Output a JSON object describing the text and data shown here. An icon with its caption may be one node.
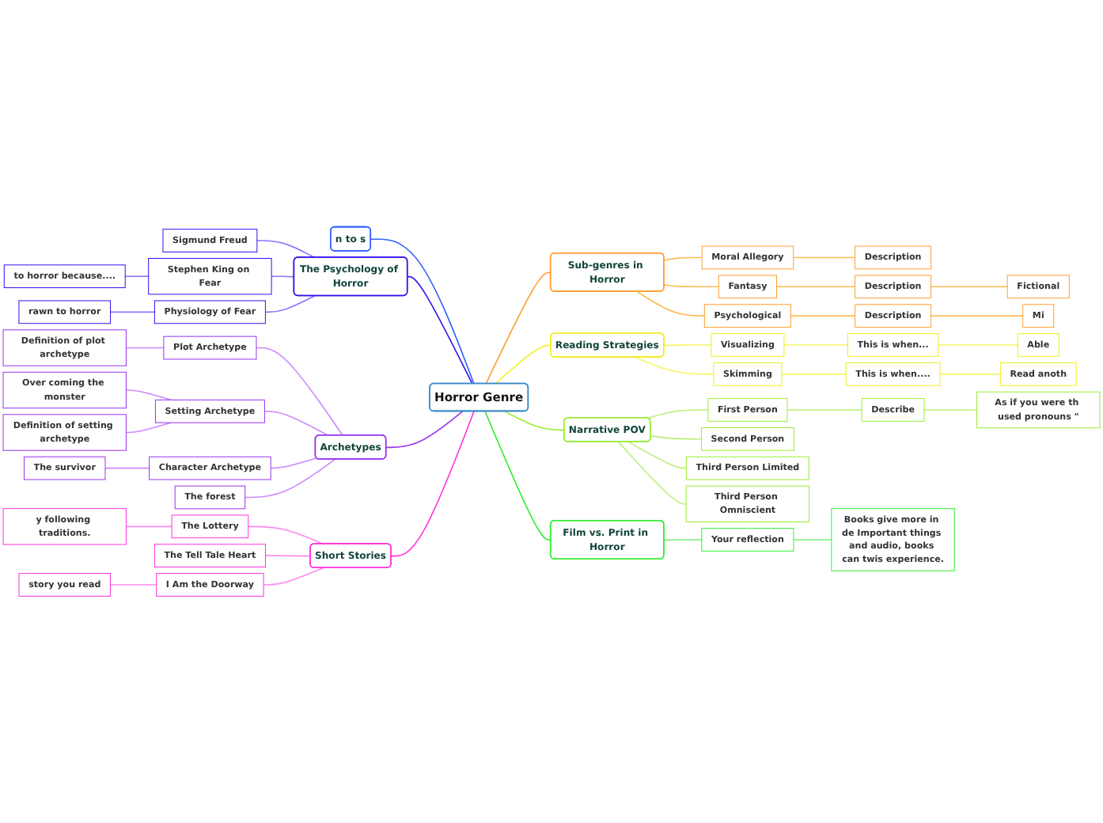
{
  "diagram": {
    "nodes": [
      {
        "text": [
          "Horror Genre"
        ]
      },
      {
        "text": [
          "Sub-genres in Horror"
        ]
      },
      {
        "text": [
          "Moral Allegory"
        ]
      },
      {
        "text": [
          "Description"
        ]
      },
      {
        "text": [
          "Fantasy"
        ]
      },
      {
        "text": [
          "Description"
        ]
      },
      {
        "text": [
          "Fictional"
        ]
      },
      {
        "text": [
          "Psychological"
        ]
      },
      {
        "text": [
          "Description"
        ]
      },
      {
        "text": [
          "Mi"
        ]
      },
      {
        "text": [
          "Reading Strategies"
        ]
      },
      {
        "text": [
          "Visualizing"
        ]
      },
      {
        "text": [
          "This is when..."
        ]
      },
      {
        "text": [
          "Able"
        ]
      },
      {
        "text": [
          "Skimming"
        ]
      },
      {
        "text": [
          "This is when...."
        ]
      },
      {
        "text": [
          "Read anoth"
        ]
      },
      {
        "text": [
          "Narrative POV"
        ]
      },
      {
        "text": [
          "First Person"
        ]
      },
      {
        "text": [
          "Describe"
        ]
      },
      {
        "text": [
          "As if you were th used pronouns \""
        ]
      },
      {
        "text": [
          "Second Person"
        ]
      },
      {
        "text": [
          "Third Person Limited"
        ]
      },
      {
        "text": [
          "Third Person Omniscient"
        ]
      },
      {
        "text": [
          "Film vs. Print in Horror"
        ]
      },
      {
        "text": [
          "Your reflection"
        ]
      },
      {
        "text": [
          "Books give more in de Important things and audio, books can twis experience."
        ]
      },
      {
        "text": [
          "n to s"
        ]
      },
      {
        "text": [
          "The Psychology of Horror"
        ]
      },
      {
        "text": [
          "Sigmund Freud"
        ]
      },
      {
        "text": [
          "Stephen King on Fear"
        ]
      },
      {
        "text": [
          "to horror because...."
        ]
      },
      {
        "text": [
          "Physiology of Fear"
        ]
      },
      {
        "text": [
          "rawn to horror"
        ]
      },
      {
        "text": [
          "Archetypes"
        ]
      },
      {
        "text": [
          "Plot Archetype"
        ]
      },
      {
        "text": [
          "Definition of plot archetype"
        ]
      },
      {
        "text": [
          "Setting Archetype"
        ]
      },
      {
        "text": [
          "Over coming the monster"
        ]
      },
      {
        "text": [
          "Definition of setting archetype"
        ]
      },
      {
        "text": [
          "Character Archetype"
        ]
      },
      {
        "text": [
          "The survivor"
        ]
      },
      {
        "text": [
          "The forest"
        ]
      },
      {
        "text": [
          "Short Stories"
        ]
      },
      {
        "text": [
          "The Lottery"
        ]
      },
      {
        "text": [
          "y following traditions."
        ]
      },
      {
        "text": [
          "The Tell Tale Heart"
        ]
      },
      {
        "text": [
          "I Am the Doorway"
        ]
      },
      {
        "text": [
          "story you read"
        ]
      }
    ],
    "edges": [
      {
        "from": 0,
        "to": 1,
        "arrow": "none",
        "color": "#ffa033"
      },
      {
        "from": 1,
        "to": 2,
        "arrow": "none",
        "color": "#ffbb55"
      },
      {
        "from": 2,
        "to": 3,
        "arrow": "none",
        "color": "#ffbb55"
      },
      {
        "from": 1,
        "to": 4,
        "arrow": "none",
        "color": "#ffbb55"
      },
      {
        "from": 4,
        "to": 5,
        "arrow": "none",
        "color": "#ffbb55"
      },
      {
        "from": 5,
        "to": 6,
        "arrow": "none",
        "color": "#ffbb55"
      },
      {
        "from": 1,
        "to": 7,
        "arrow": "none",
        "color": "#ffbb55"
      },
      {
        "from": 7,
        "to": 8,
        "arrow": "none",
        "color": "#ffbb55"
      },
      {
        "from": 8,
        "to": 9,
        "arrow": "none",
        "color": "#ffbb55"
      },
      {
        "from": 0,
        "to": 10,
        "arrow": "none",
        "color": "#f2f230"
      },
      {
        "from": 10,
        "to": 11,
        "arrow": "none",
        "color": "#f5f566"
      },
      {
        "from": 11,
        "to": 12,
        "arrow": "none",
        "color": "#f5f566"
      },
      {
        "from": 12,
        "to": 13,
        "arrow": "none",
        "color": "#f5f566"
      },
      {
        "from": 10,
        "to": 14,
        "arrow": "none",
        "color": "#f5f566"
      },
      {
        "from": 14,
        "to": 15,
        "arrow": "none",
        "color": "#f5f566"
      },
      {
        "from": 15,
        "to": 16,
        "arrow": "none",
        "color": "#f5f566"
      },
      {
        "from": 0,
        "to": 17,
        "arrow": "none",
        "color": "#99ee33"
      },
      {
        "from": 17,
        "to": 18,
        "arrow": "none",
        "color": "#bbf077"
      },
      {
        "from": 18,
        "to": 19,
        "arrow": "none",
        "color": "#bbf077"
      },
      {
        "from": 19,
        "to": 20,
        "arrow": "none",
        "color": "#bbf077"
      },
      {
        "from": 17,
        "to": 21,
        "arrow": "none",
        "color": "#bbf077"
      },
      {
        "from": 17,
        "to": 22,
        "arrow": "none",
        "color": "#bbf077"
      },
      {
        "from": 17,
        "to": 23,
        "arrow": "none",
        "color": "#bbf077"
      },
      {
        "from": 0,
        "to": 24,
        "arrow": "none",
        "color": "#33ee33"
      },
      {
        "from": 24,
        "to": 25,
        "arrow": "none",
        "color": "#77ee77"
      },
      {
        "from": 25,
        "to": 26,
        "arrow": "none",
        "color": "#77ee77"
      },
      {
        "from": 27,
        "to": 0,
        "arrow": "none",
        "color": "#2f5fff"
      },
      {
        "from": 29,
        "to": 28,
        "arrow": "none",
        "color": "#8877ff"
      },
      {
        "from": 31,
        "to": 30,
        "arrow": "none",
        "color": "#8877ff"
      },
      {
        "from": 30,
        "to": 28,
        "arrow": "none",
        "color": "#8877ff"
      },
      {
        "from": 33,
        "to": 32,
        "arrow": "none",
        "color": "#8877ff"
      },
      {
        "from": 32,
        "to": 28,
        "arrow": "none",
        "color": "#8877ff"
      },
      {
        "from": 28,
        "to": 0,
        "arrow": "none",
        "color": "#3311ee"
      },
      {
        "from": 36,
        "to": 35,
        "arrow": "none",
        "color": "#cc88ff"
      },
      {
        "from": 35,
        "to": 34,
        "arrow": "none",
        "color": "#cc88ff"
      },
      {
        "from": 38,
        "to": 37,
        "arrow": "none",
        "color": "#cc88ff"
      },
      {
        "from": 39,
        "to": 37,
        "arrow": "none",
        "color": "#cc88ff"
      },
      {
        "from": 37,
        "to": 34,
        "arrow": "none",
        "color": "#cc88ff"
      },
      {
        "from": 41,
        "to": 40,
        "arrow": "none",
        "color": "#cc88ff"
      },
      {
        "from": 40,
        "to": 34,
        "arrow": "none",
        "color": "#cc88ff"
      },
      {
        "from": 42,
        "to": 34,
        "arrow": "none",
        "color": "#cc88ff"
      },
      {
        "from": 34,
        "to": 0,
        "arrow": "none",
        "color": "#9933ee"
      },
      {
        "from": 45,
        "to": 44,
        "arrow": "none",
        "color": "#ff88ee"
      },
      {
        "from": 44,
        "to": 43,
        "arrow": "none",
        "color": "#ff88ee"
      },
      {
        "from": 46,
        "to": 43,
        "arrow": "none",
        "color": "#ff88ee"
      },
      {
        "from": 48,
        "to": 47,
        "arrow": "none",
        "color": "#ff88ee"
      },
      {
        "from": 47,
        "to": 43,
        "arrow": "none",
        "color": "#ff88ee"
      },
      {
        "from": 43,
        "to": 0,
        "arrow": "none",
        "color": "#ff33dd"
      }
    ]
  }
}
